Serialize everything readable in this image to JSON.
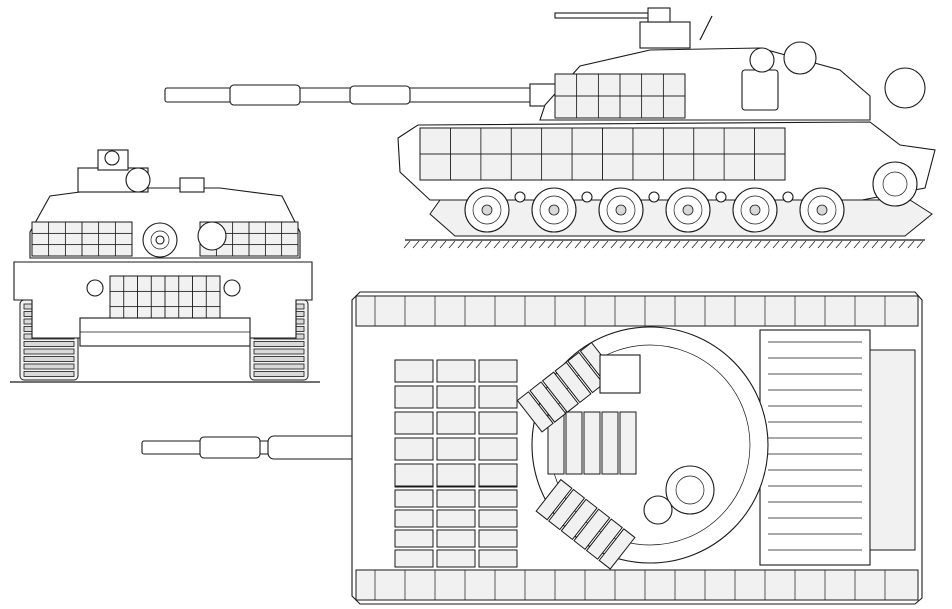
{
  "drawing": {
    "views": [
      "front",
      "side",
      "top"
    ],
    "line_color": "#1a1a1a",
    "paper_color": "#ffffff",
    "side_view": {
      "road_wheels": 6
    },
    "top_view": {
      "era_rows": 5
    },
    "front_view": {
      "track_links": 10
    }
  }
}
